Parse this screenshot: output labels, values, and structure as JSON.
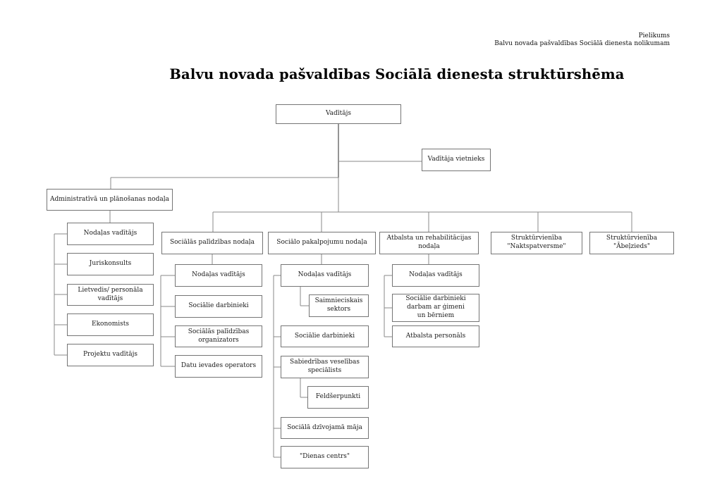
{
  "annotation": {
    "line1": "Pielikums",
    "line2": "Balvu novada pašvaldības Sociālā dienesta nolikumam"
  },
  "title": "Balvu novada pašvaldības Sociālā dienesta struktūrshēma",
  "org": {
    "director": "Vadītājs",
    "deputy": "Vadītāja vietnieks",
    "departments": [
      {
        "label": "Administratīvā un plānošanas nodaļa",
        "staff": [
          "Nodaļas vadītājs",
          "Juriskonsults",
          "Lietvedis/ personāla\nvadītājs",
          "Ekonomists",
          "Projektu vadītājs"
        ]
      },
      {
        "label": "Sociālās palīdzības nodaļa",
        "staff": [
          "Nodaļas vadītājs",
          "Sociālie darbinieki",
          "Sociālās palīdzības\norganizators",
          "Datu ievades operators"
        ]
      },
      {
        "label": "Sociālo pakalpojumu nodaļa",
        "staff": [
          "Nodaļas vadītājs",
          "Saimnieciskais\nsektors",
          "Sociālie darbinieki",
          "Sabiedrības veselības\nspeciālists",
          "Feldšerpunkti",
          "Sociālā dzīvojamā māja",
          "\"Dienas centrs\""
        ]
      },
      {
        "label": "Atbalsta un rehabilitācijas\nnodaļa",
        "staff": [
          "Nodaļas vadītājs",
          "Sociālie darbinieki\ndarbam ar ģimeni\nun bērniem",
          "Atbalsta personāls"
        ]
      },
      {
        "label": "Struktūrvienība\n\"Naktspatversme\"",
        "staff": []
      },
      {
        "label": "Struktūrvienība\n\"Ābeļzieds\"",
        "staff": []
      }
    ]
  },
  "colors": {
    "line": "#8a8a8a",
    "trunk": "#2b2b2b",
    "box_border": "#757575",
    "text": "#1c1c1c"
  }
}
